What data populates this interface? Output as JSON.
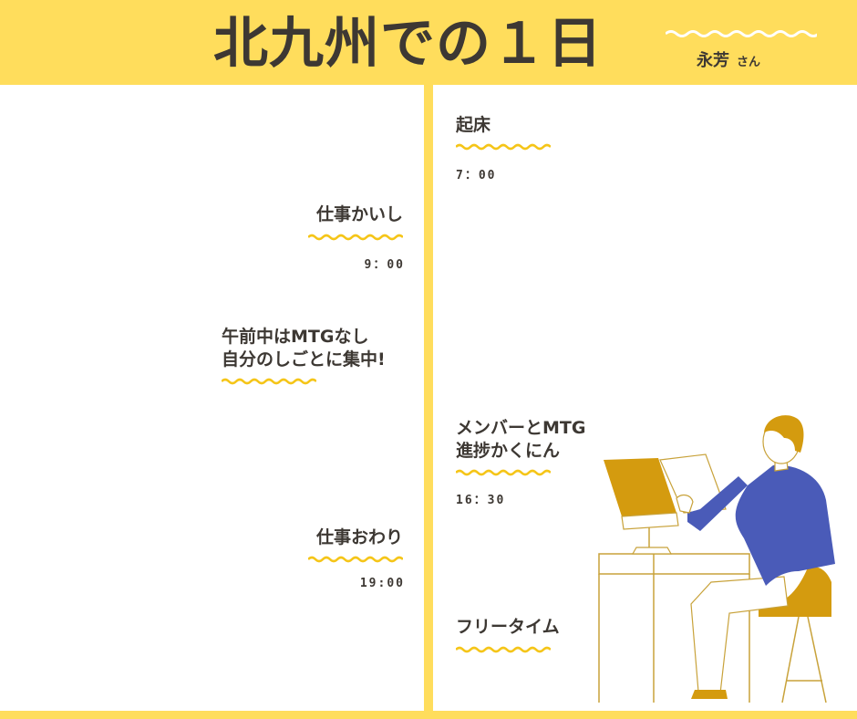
{
  "header": {
    "title": "北九州での１日",
    "author_name": "永芳",
    "author_honorific": "さん"
  },
  "schedule_right": [
    {
      "title": "起床",
      "time": "7：00"
    },
    {
      "title_line1": "メンバーとMTG",
      "title_line2": "進捗かくにん",
      "time": "16：30"
    },
    {
      "title": "フリータイム"
    }
  ],
  "schedule_left": [
    {
      "title": "仕事かいし",
      "time": "9：00"
    },
    {
      "title_line1": "午前中はMTGなし",
      "title_line2": "自分のしごとに集中!"
    },
    {
      "title": "仕事おわり",
      "time": "19:00"
    }
  ],
  "colors": {
    "accent_yellow": "#ffdd5c",
    "wave_yellow": "#f5c518",
    "text_dark": "#3d3833",
    "monitor_orange": "#d49b0f",
    "shirt_blue": "#4a5bb8",
    "line_gold": "#c8a23a"
  },
  "illustration": {
    "name": "man-working-at-computer",
    "icon": "person-at-desk-icon"
  }
}
